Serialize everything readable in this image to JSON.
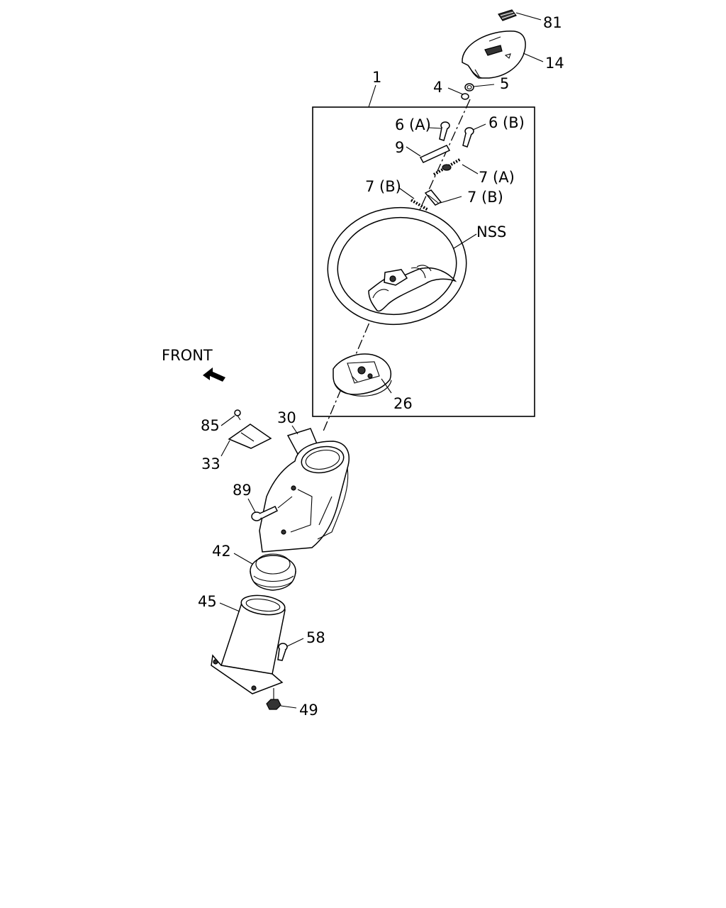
{
  "front_label": "FRONT",
  "callouts": {
    "c1": "1",
    "c4": "4",
    "c5": "5",
    "c6a": "6 (A)",
    "c6b": "6 (B)",
    "c7a": "7 (A)",
    "c7b_left": "7 (B)",
    "c7b_right": "7 (B)",
    "c9": "9",
    "c14": "14",
    "c26": "26",
    "c30": "30",
    "c33": "33",
    "c42": "42",
    "c45": "45",
    "c49": "49",
    "c58": "58",
    "c81": "81",
    "c85": "85",
    "c89": "89",
    "nss": "NSS"
  }
}
